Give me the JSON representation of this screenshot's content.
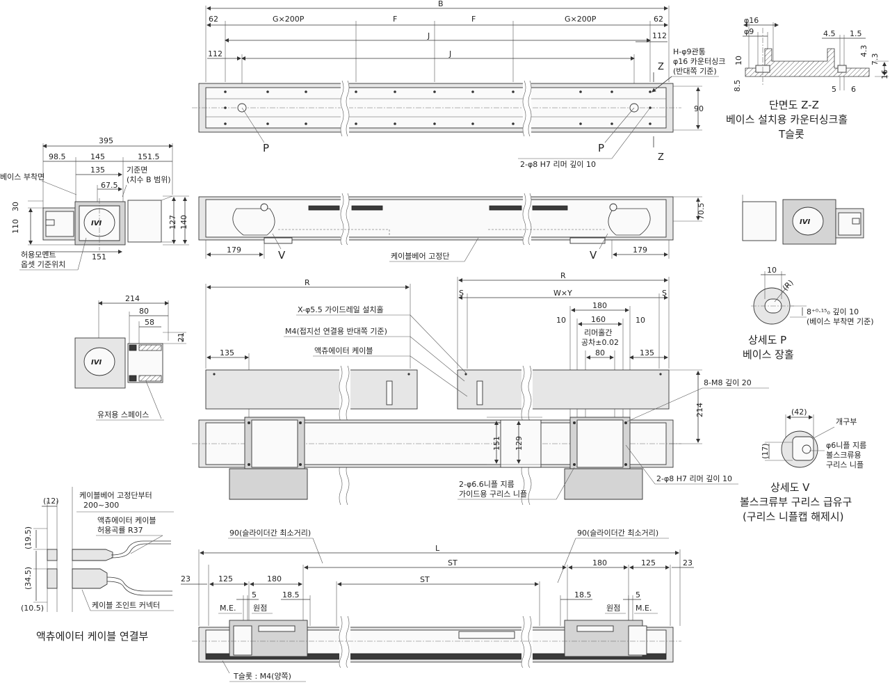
{
  "top_view": {
    "dims": {
      "B": "B",
      "d62a": "62",
      "g200a": "G×200P",
      "f1": "F",
      "f2": "F",
      "g200b": "G×200P",
      "d62b": "62",
      "j1": "J",
      "j2": "J",
      "d112a": "112",
      "d112b": "112",
      "d90": "90"
    },
    "notes": {
      "hole": "H-φ9관통",
      "cs": "φ16 카운터싱크",
      "opp": "(반대쪽 기준)",
      "z1": "Z",
      "z2": "Z",
      "p1": "P",
      "p2": "P",
      "ream": "2-φ8 H7 리머 깊이 10"
    }
  },
  "section_zz": {
    "dims": {
      "phi16": "φ16",
      "phi9": "φ9",
      "d45": "4.5",
      "d15": "1.5",
      "d10": "10",
      "d85": "8.5",
      "d43": "4.3",
      "d73": "7.3",
      "d16": "16",
      "d5": "5",
      "d6": "6"
    },
    "title1": "단면도 Z-Z",
    "title2": "베이스 설치용 카운터싱크홀",
    "title3": "T슬롯"
  },
  "end_view": {
    "dims": {
      "d395": "395",
      "d985": "98.5",
      "d145": "145",
      "d1515": "151.5",
      "d135": "135",
      "d675": "67.5",
      "d30": "30",
      "d110": "110",
      "d127": "127",
      "d140": "140",
      "d151": "151"
    },
    "notes": {
      "mount": "베이스 부착면",
      "ref1": "기준면",
      "ref2": "(치수 B 범위)",
      "moment1": "허용모멘트",
      "moment2": "옵셋 기준위치"
    }
  },
  "side_view": {
    "dims": {
      "d179a": "179",
      "d179b": "179",
      "d705": "70.5"
    },
    "notes": {
      "v1": "V",
      "v2": "V",
      "fix": "케이블베어 고정단"
    }
  },
  "grease_view": {
    "dims": {
      "d214": "214",
      "d80": "80",
      "d58": "58",
      "d21": "21"
    },
    "note": "유저용 스페이스"
  },
  "detail_p": {
    "d10": "10",
    "r": "(R)",
    "depth": "8⁺⁰·¹⁵₀ 깊이 10",
    "mount": "(베이스 부착면 기준)",
    "title1": "상세도 P",
    "title2": "베이스 장홀"
  },
  "detail_v": {
    "d42": "(42)",
    "d17": "(17)",
    "open": "개구부",
    "nip1": "φ6니플 지름",
    "nip2": "볼스크류용",
    "nip3": "구리스 니플",
    "title1": "상세도 V",
    "title2": "볼스크류부 구리스 급유구",
    "title3": "(구리스 니플캡 해제시)"
  },
  "plan_view": {
    "dims": {
      "R1": "R",
      "R2": "R",
      "S1": "S",
      "S2": "S",
      "WY": "W×Y",
      "d135a": "135",
      "d135b": "135",
      "d180": "180",
      "d160": "160",
      "d10a": "10",
      "d10b": "10",
      "d80": "80",
      "d151": "151",
      "d129": "129",
      "d214": "214"
    },
    "notes": {
      "ream_tol1": "리머홀간",
      "ream_tol2": "공차±0.02",
      "rail": "X-φ5.5 가이드레일 설치홀",
      "m4": "M4(접지선 연결용 반대쪽 기준)",
      "cable": "액츄에이터 케이블",
      "m8": "8-M8 깊이 20",
      "nip1": "2-φ6.6니플 지름",
      "nip2": "가이드용 구리스 니플",
      "ream": "2-φ8 H7 리머 깊이 10"
    }
  },
  "cable_view": {
    "dims": {
      "d12": "(12)",
      "d195": "(19.5)",
      "d345": "(34.5)",
      "d105": "(10.5)"
    },
    "notes": {
      "fix1": "케이블베어 고정단부터",
      "fix2": "200~300",
      "act1": "액츄에이터 케이블",
      "act2": "허용곡률 R37",
      "conn": "케이블 조인트 커넥터"
    },
    "title": "액츄에이터 케이블 연결부"
  },
  "front_view": {
    "dims": {
      "min1": "90(슬라이더간 최소거리)",
      "min2": "90(슬라이더간 최소거리)",
      "L": "L",
      "st1": "ST",
      "st2": "ST",
      "d23a": "23",
      "d23b": "23",
      "d125a": "125",
      "d125b": "125",
      "d180a": "180",
      "d180b": "180",
      "d185a": "18.5",
      "d185b": "18.5",
      "d5a": "5",
      "d5b": "5"
    },
    "notes": {
      "me1": "M.E.",
      "me2": "M.E.",
      "org1": "원점",
      "org2": "원점",
      "tslot": "T슬롯 : M4(양쪽)"
    }
  }
}
